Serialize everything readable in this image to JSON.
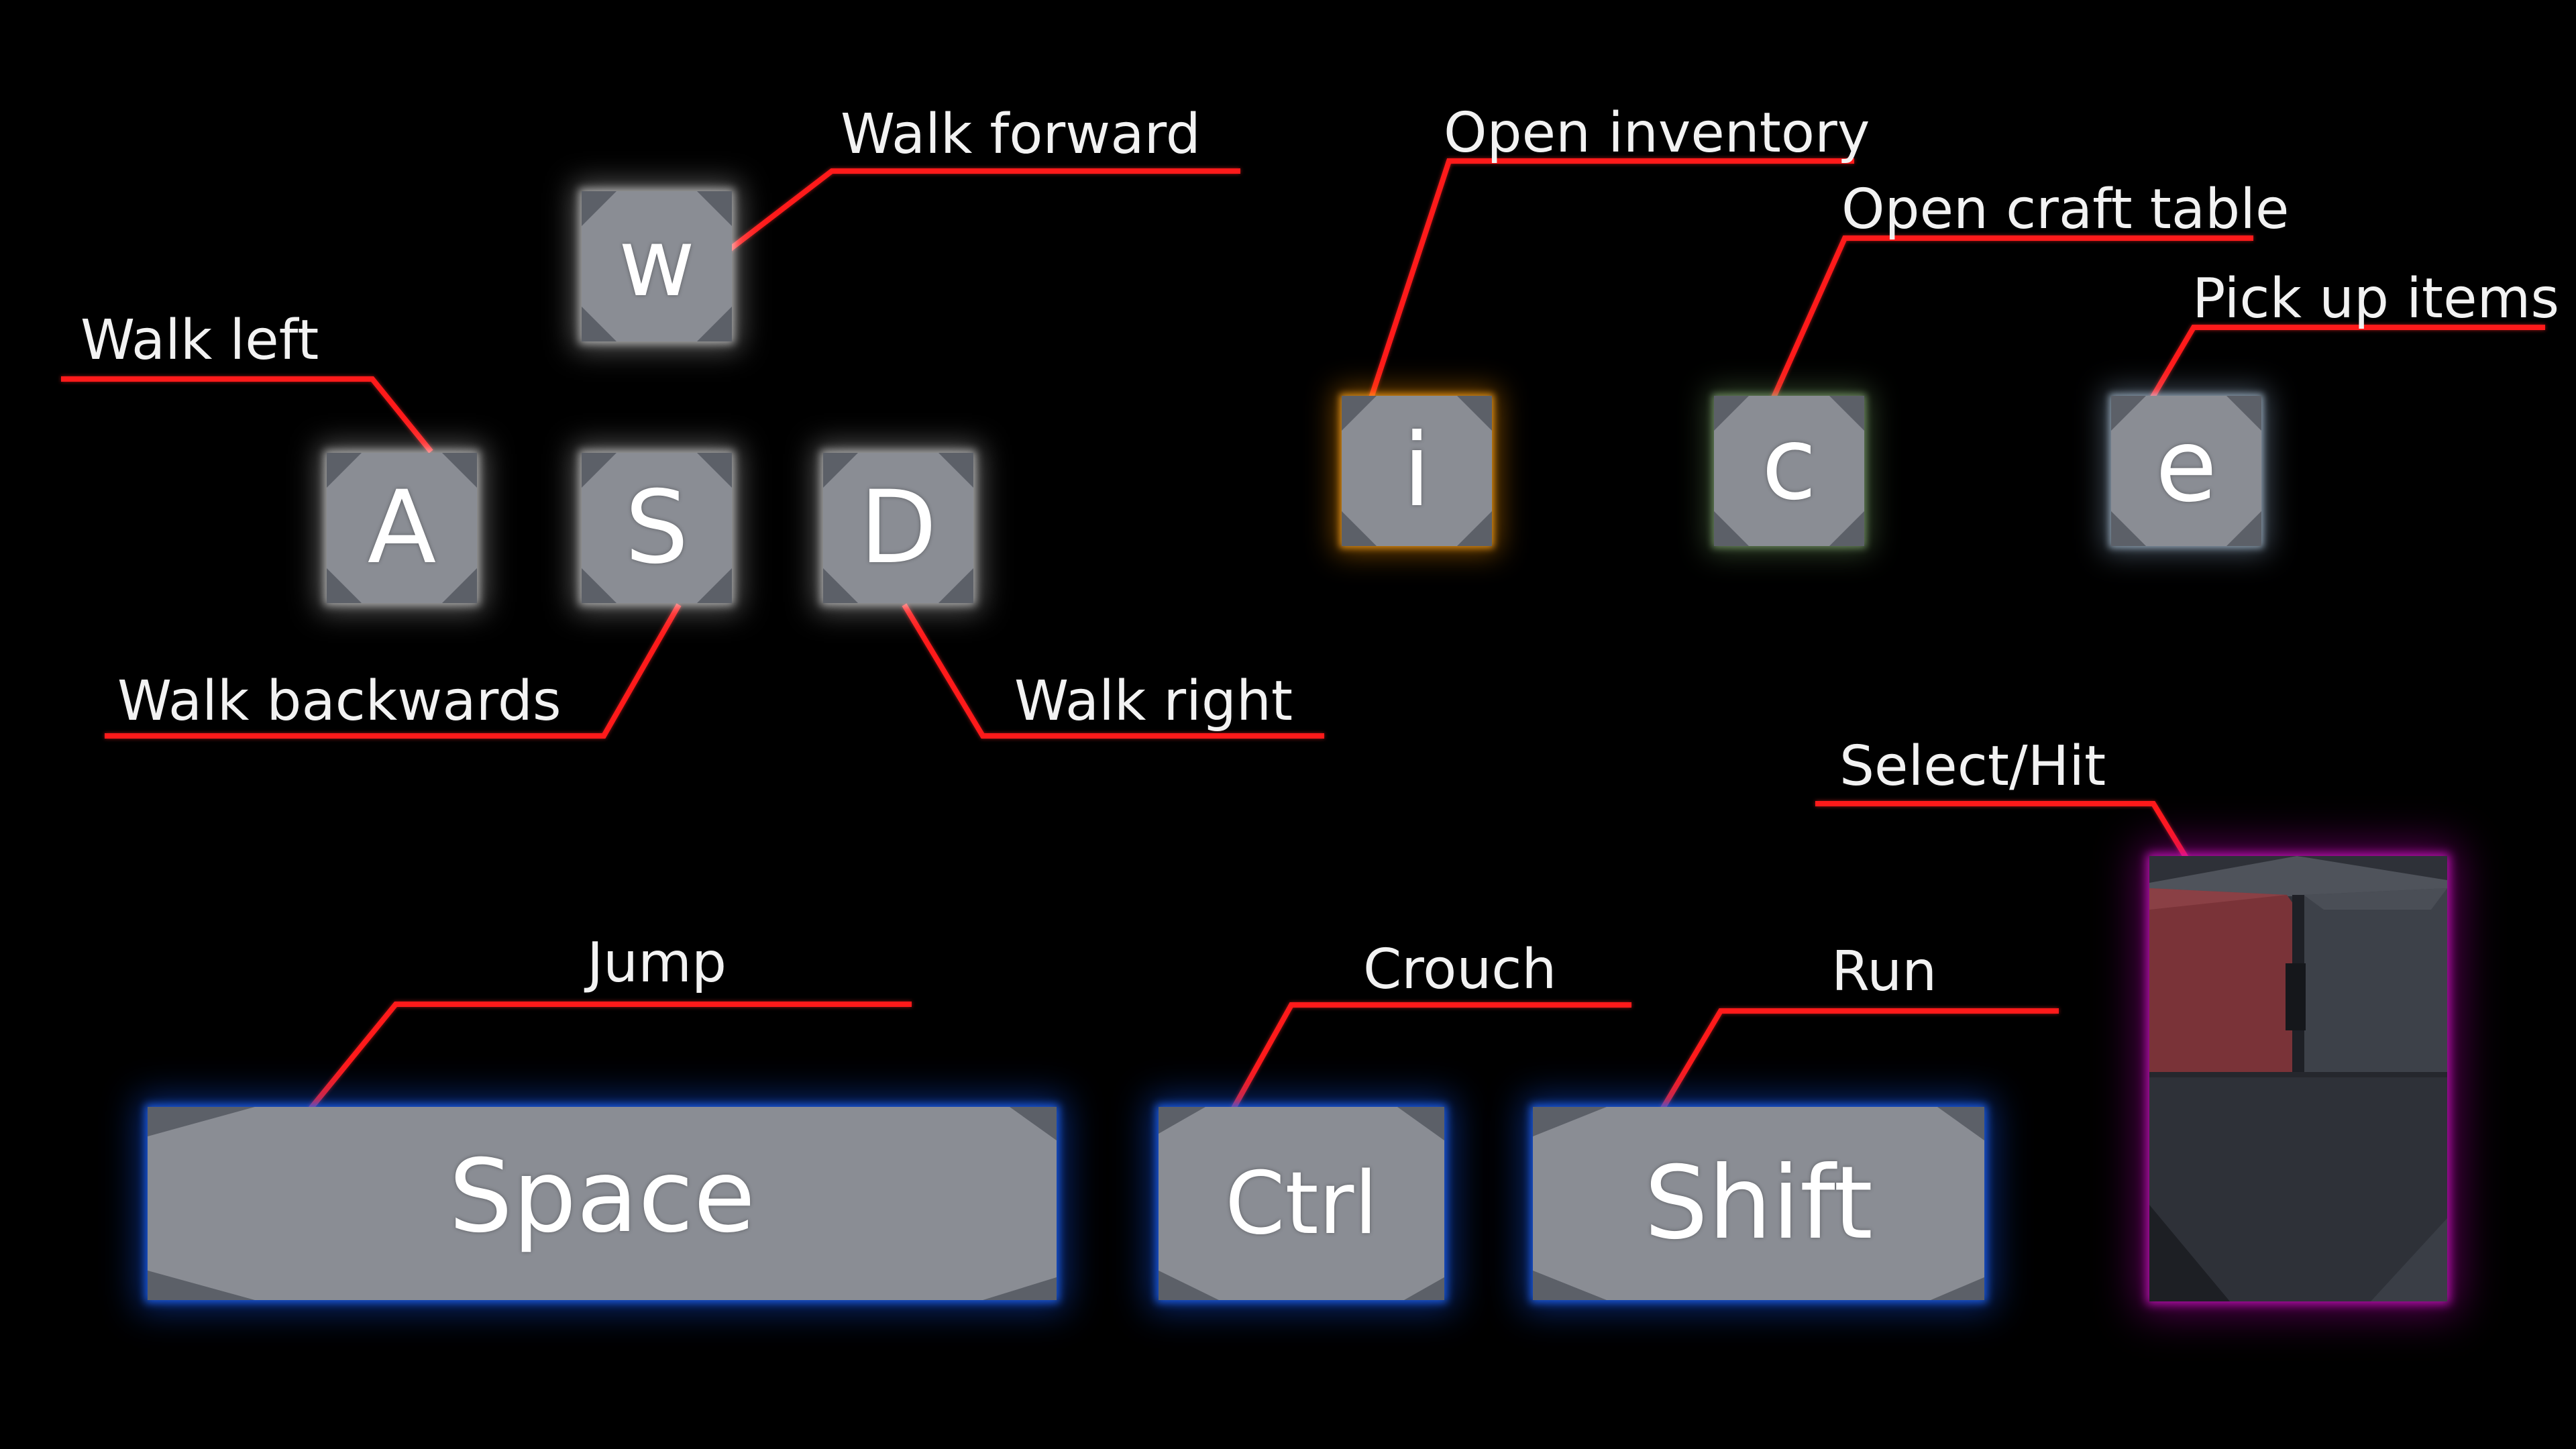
{
  "keys": {
    "w": {
      "glyph": "w",
      "action": "Walk forward"
    },
    "a": {
      "glyph": "A",
      "action": "Walk left"
    },
    "s": {
      "glyph": "S",
      "action": "Walk backwards"
    },
    "d": {
      "glyph": "D",
      "action": "Walk right"
    },
    "i": {
      "glyph": "i",
      "action": "Open inventory"
    },
    "c": {
      "glyph": "c",
      "action": "Open craft table"
    },
    "e": {
      "glyph": "e",
      "action": "Pick up items"
    },
    "space": {
      "glyph": "Space",
      "action": "Jump"
    },
    "ctrl": {
      "glyph": "Ctrl",
      "action": "Crouch"
    },
    "shift": {
      "glyph": "Shift",
      "action": "Run"
    }
  },
  "mouse": {
    "action": "Select/Hit"
  },
  "colors": {
    "background": "#000000",
    "key_face": "#8a8d94",
    "key_facet": "#5c6068",
    "leader_line": "#ff1a1a",
    "label_text": "#f2f2f2",
    "glow_wasd": "#ffffff",
    "glow_inventory": "#ff9600",
    "glow_craft": "#a8d296",
    "glow_pickup": "#d2ebff",
    "glow_modifiers": "#1e6eff",
    "glow_mouse": "#dc1ed2",
    "mouse_left_button": "#7a3338",
    "mouse_right_button": "#3d4149",
    "mouse_body": "#2e3138"
  },
  "icons": {
    "mouse": "mouse-icon"
  }
}
